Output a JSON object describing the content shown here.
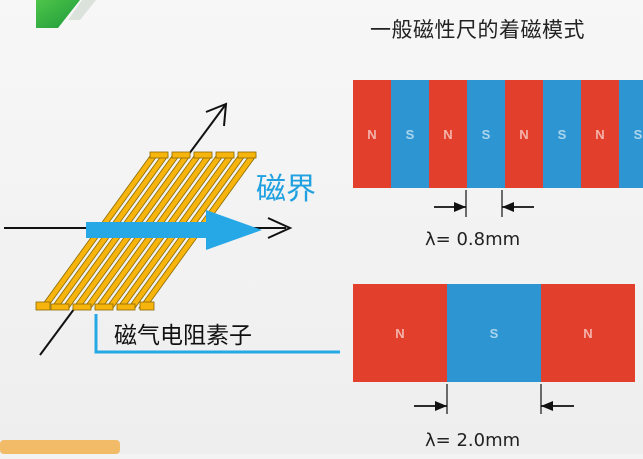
{
  "title": "一般磁性尺的着磁模式",
  "field_label": "磁界",
  "element_label": "磁气电阻素子",
  "wavelength_1": "λ= 0.8mm",
  "wavelength_2": "λ= 2.0mm",
  "scale_1": {
    "poles": [
      "N",
      "S",
      "N",
      "S",
      "N",
      "S",
      "N",
      "S"
    ]
  },
  "scale_2": {
    "poles": [
      "N",
      "S",
      "N"
    ]
  },
  "colors": {
    "north": "#e2402c",
    "south": "#2e95d3",
    "element": "#f7b40d",
    "field_arrow": "#27a8e6",
    "label_box": "#27a8e6"
  }
}
